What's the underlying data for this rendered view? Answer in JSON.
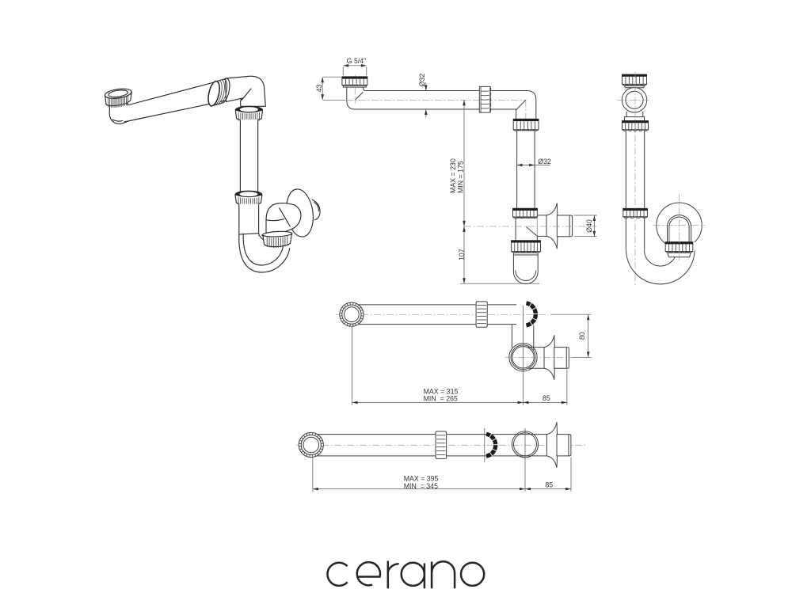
{
  "page": {
    "background": "#ffffff",
    "line_color": "#3f3f3f",
    "product": "space-saving siphon technical drawing"
  },
  "front_view": {
    "thread_label": "G 5/4\"",
    "height_43": "43",
    "dia32_top": "Ø32",
    "max_230": "MAX = 230",
    "min_175": "MIN = 175",
    "dia32_pipe": "Ø32",
    "dia40": "Ø40",
    "depth_107": "107"
  },
  "top_view_a": {
    "offset_80": "80",
    "max_315": "MAX = 315",
    "min_265": "MIN  = 265",
    "wall_85": "85"
  },
  "top_view_b": {
    "max_395": "MAX = 395",
    "min_345": "MIN  = 345",
    "wall_85": "85"
  },
  "logo": {
    "text": "cerano"
  }
}
